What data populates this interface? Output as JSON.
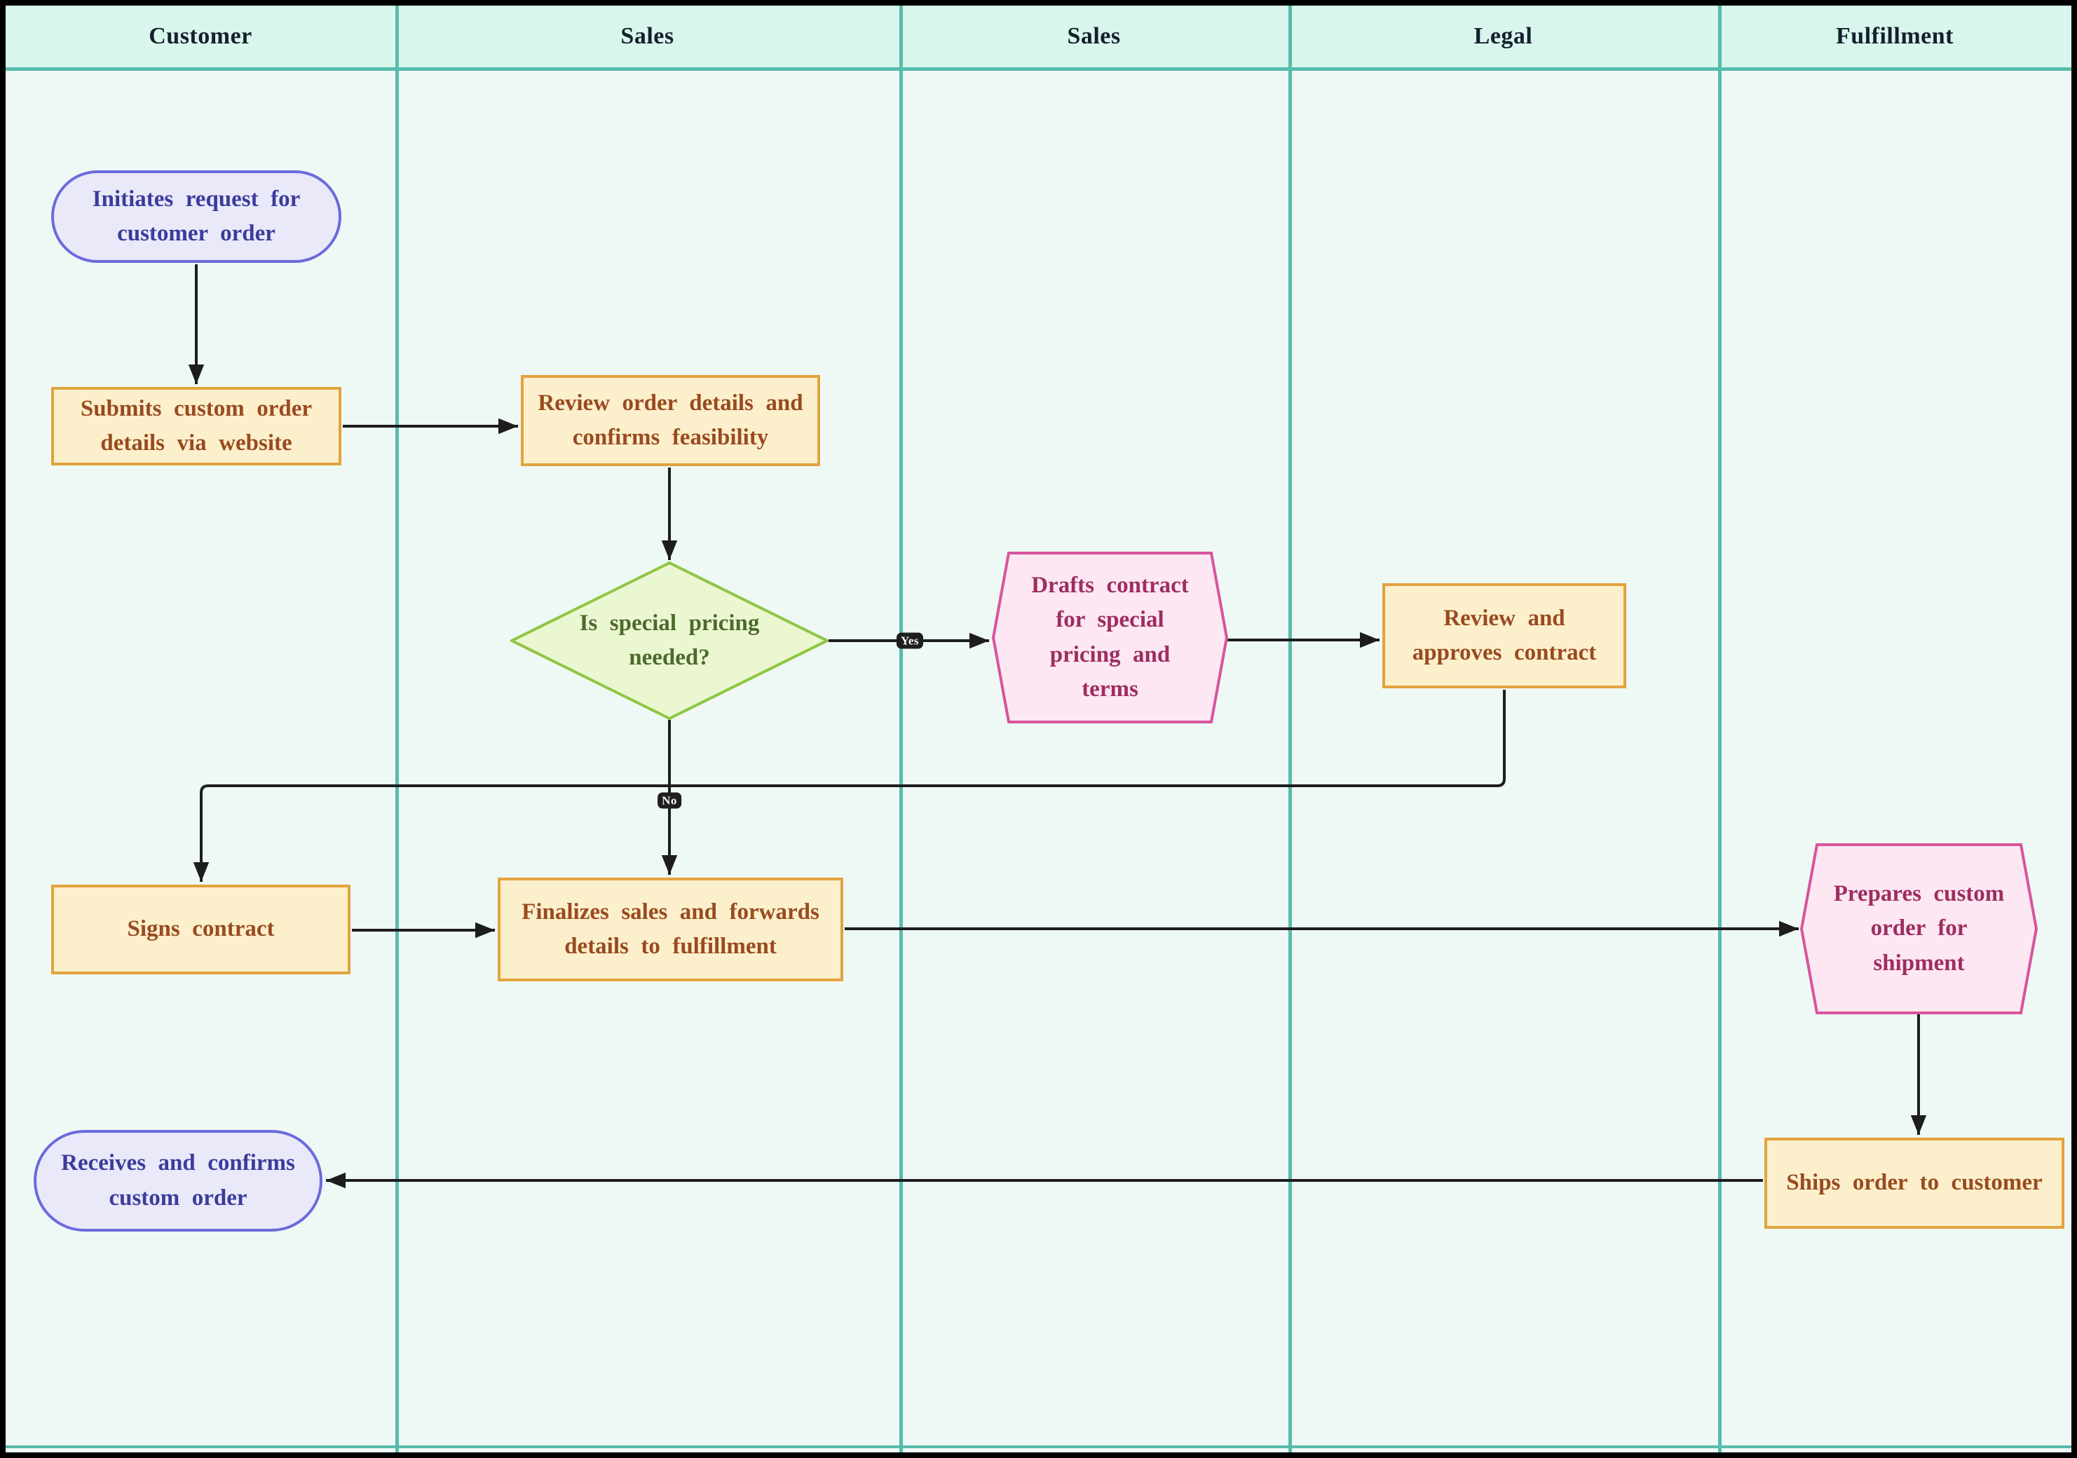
{
  "lanes": [
    {
      "label": "Customer"
    },
    {
      "label": "Sales"
    },
    {
      "label": "Sales"
    },
    {
      "label": "Legal"
    },
    {
      "label": "Fulfillment"
    }
  ],
  "nodes": {
    "initiates": {
      "label": "Initiates request for customer order",
      "shape": "stadium",
      "lane": "Customer"
    },
    "submits": {
      "label": "Submits custom order details via website",
      "shape": "rectangle",
      "lane": "Customer"
    },
    "review": {
      "label": "Review order details and confirms feasibility",
      "shape": "rectangle",
      "lane": "Sales"
    },
    "pricing": {
      "label": "Is special pricing needed?",
      "shape": "diamond",
      "lane": "Sales"
    },
    "drafts": {
      "label": "Drafts contract for special pricing and terms",
      "shape": "hexagon",
      "lane": "Sales"
    },
    "approves": {
      "label": "Review and approves contract",
      "shape": "rectangle",
      "lane": "Legal"
    },
    "signs": {
      "label": "Signs contract",
      "shape": "rectangle",
      "lane": "Customer"
    },
    "finalizes": {
      "label": "Finalizes sales and forwards details to fulfillment",
      "shape": "rectangle",
      "lane": "Sales"
    },
    "prepares": {
      "label": "Prepares custom order for shipment",
      "shape": "hexagon",
      "lane": "Fulfillment"
    },
    "ships": {
      "label": "Ships order to customer",
      "shape": "rectangle",
      "lane": "Fulfillment"
    },
    "receives": {
      "label": "Receives and confirms custom order",
      "shape": "stadium",
      "lane": "Customer"
    }
  },
  "edges": [
    {
      "from": "initiates",
      "to": "submits",
      "label": ""
    },
    {
      "from": "submits",
      "to": "review",
      "label": ""
    },
    {
      "from": "review",
      "to": "pricing",
      "label": ""
    },
    {
      "from": "pricing",
      "to": "drafts",
      "label": "Yes"
    },
    {
      "from": "drafts",
      "to": "approves",
      "label": ""
    },
    {
      "from": "approves",
      "to": "signs",
      "label": ""
    },
    {
      "from": "pricing",
      "to": "finalizes",
      "label": "No"
    },
    {
      "from": "signs",
      "to": "finalizes",
      "label": ""
    },
    {
      "from": "finalizes",
      "to": "prepares",
      "label": ""
    },
    {
      "from": "prepares",
      "to": "ships",
      "label": ""
    },
    {
      "from": "ships",
      "to": "receives",
      "label": ""
    }
  ],
  "theme": {
    "colors": {
      "bg": "#eef9f5",
      "header-bg": "#d9f6ec",
      "teal": "#58bbab",
      "frame": "#010101",
      "line": "#1d1d1d",
      "header-text": "#15202e",
      "stadium-fill": "#e9e9fa",
      "stadium-border": "#6b6bdc",
      "stadium-text": "#3c3c9b",
      "rect-fill": "#fbf0cb",
      "rect-border": "#e2a33d",
      "rect-text": "#9a4a20",
      "diamond-fill": "#ebf7d0",
      "diamond-border": "#8fc640",
      "diamond-text": "#4d6a2d",
      "hex-fill": "#fce7f2",
      "hex-border": "#d8549c",
      "hex-text": "#9e2d60",
      "badge-bg": "#1e1e1e",
      "badge-text": "#f5f5f5"
    }
  }
}
